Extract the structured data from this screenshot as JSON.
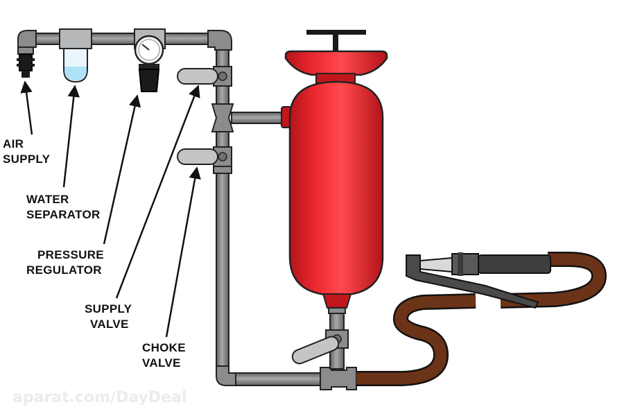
{
  "labels": {
    "air_supply": [
      "AIR",
      "SUPPLY"
    ],
    "water_separator": [
      "WATER",
      "SEPARATOR"
    ],
    "pressure_regulator": [
      "PRESSURE",
      "REGULATOR"
    ],
    "supply_valve": [
      "SUPPLY",
      "VALVE"
    ],
    "choke_valve": [
      "CHOKE",
      "VALVE"
    ]
  },
  "watermark": "aparat.com/DayDeal",
  "colors": {
    "pipe": "#8a8c8e",
    "pipe_dark": "#58595b",
    "tank": "#e01f26",
    "tank_dark": "#b3141a",
    "hose": "#6b3318",
    "valve_handle": "#bfbfbf",
    "outline": "#222222",
    "water": "#aee3f5"
  }
}
